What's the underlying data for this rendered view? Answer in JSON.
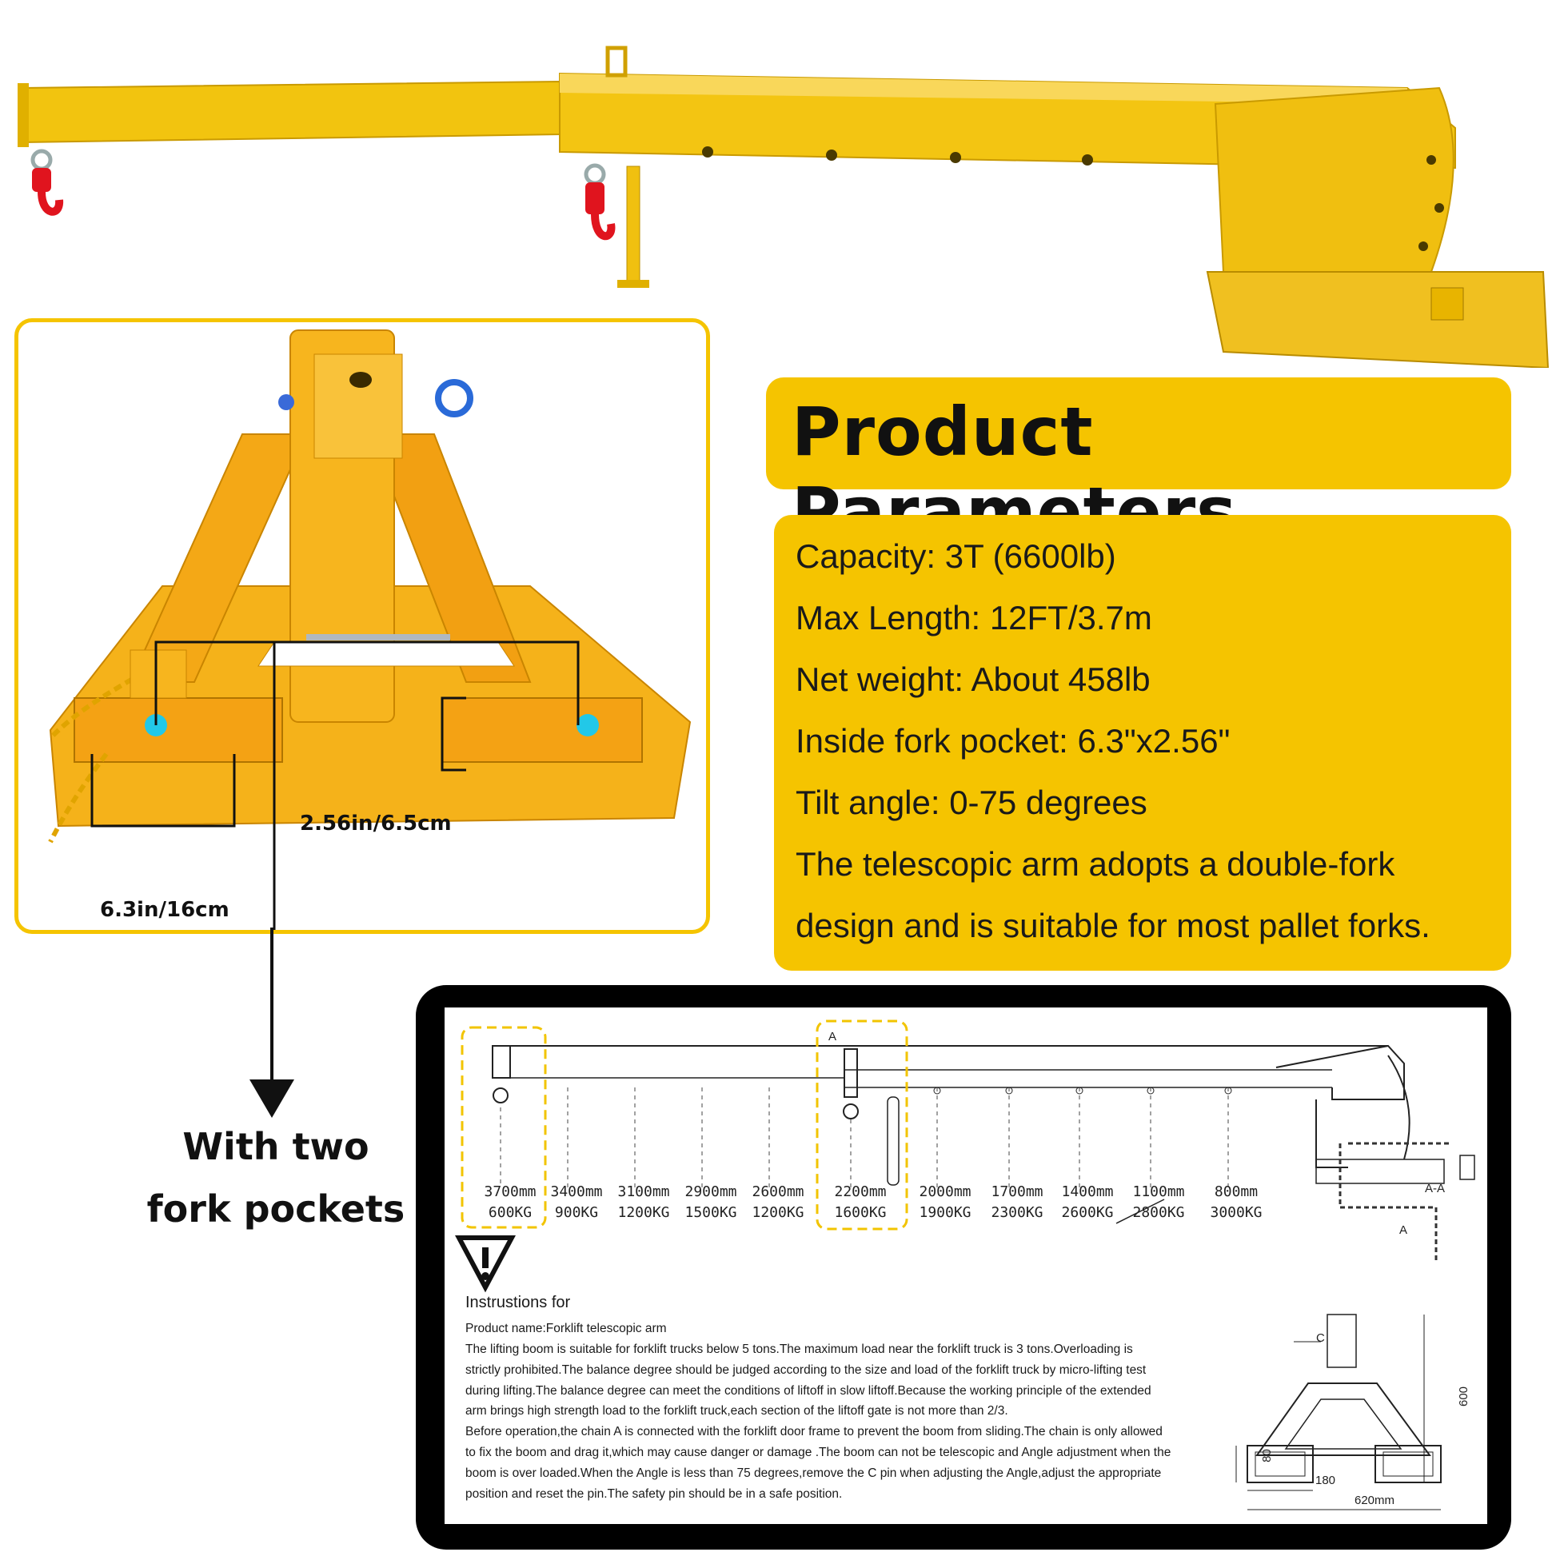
{
  "photo_labels": {
    "height_dim": "2.56in/6.5cm",
    "width_dim": "6.3in/16cm",
    "callout_line1": "With two",
    "callout_line2": "fork pockets"
  },
  "params": {
    "title": "Product Parameters",
    "lines": [
      "Capacity:  3T (6600lb)",
      "Max Length:  12FT/3.7m",
      "Net weight:  About 458lb",
      "Inside fork pocket:  6.3\"x2.56\"",
      "Tilt angle:  0-75 degrees",
      "The telescopic arm adopts a double-fork",
      "design and is suitable for most pallet forks."
    ]
  },
  "load_chart": [
    {
      "length": "3700mm",
      "load": "600KG"
    },
    {
      "length": "3400mm",
      "load": "900KG"
    },
    {
      "length": "3100mm",
      "load": "1200KG"
    },
    {
      "length": "2900mm",
      "load": "1500KG"
    },
    {
      "length": "2600mm",
      "load": "1200KG"
    },
    {
      "length": "2200mm",
      "load": "1600KG"
    },
    {
      "length": "2000mm",
      "load": "1900KG"
    },
    {
      "length": "1700mm",
      "load": "2300KG"
    },
    {
      "length": "1400mm",
      "load": "2600KG"
    },
    {
      "length": "1100mm",
      "load": "2800KG"
    },
    {
      "length": "800mm",
      "load": "3000KG"
    }
  ],
  "drawing_labels": {
    "a_label": "A",
    "aa_label": "A-A",
    "a_label2": "A",
    "c_label": "C",
    "dim_600": "600",
    "dim_80": "80",
    "dim_180": "180",
    "dim_620": "620mm"
  },
  "instructions": {
    "title": "Instrustions for",
    "product_name": "Product name:Forklift telescopic arm",
    "lines": [
      "The lifting boom is suitable for forklift trucks below 5 tons.The maximum load near the forklift truck is 3 tons.Overloading is",
      "strictly prohibited.The balance degree should be judged according to the size and load of the forklift truck by micro-lifting test",
      "during lifting.The balance degree can meet the conditions of liftoff in slow liftoff.Because the working principle of the extended",
      "arm brings high strength load to the forklift truck,each section of the liftoff gate is not more than 2/3.",
      "Before operation,the chain A is connected with the forklift door frame to prevent the boom from sliding.The chain is only allowed",
      "to fix the boom and drag it,which may cause danger or damage .The boom can not be telescopic and Angle adjustment when the",
      "boom is over loaded.When the Angle is less than 75 degrees,remove the C pin when adjusting the Angle,adjust the appropriate",
      "position and reset the pin.The safety pin should be in a safe position."
    ]
  },
  "colors": {
    "boom_yellow": "#f2c40f",
    "panel_yellow": "#f5c400",
    "hook_red": "#e0141e",
    "pocket_cyan": "#22c8e8"
  }
}
